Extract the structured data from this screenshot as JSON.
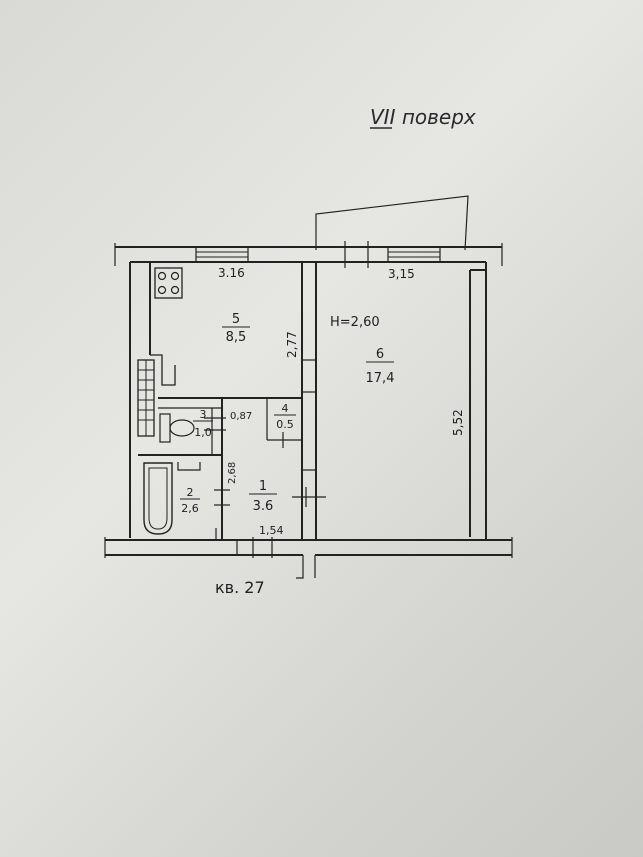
{
  "header": {
    "floor_note": "VII поверх"
  },
  "apartment_label": "кв. 27",
  "ceiling_height": "H=2,60",
  "rooms": [
    {
      "number": "1",
      "area": "3.6"
    },
    {
      "number": "2",
      "area": "2,6"
    },
    {
      "number": "3",
      "area": "1,0"
    },
    {
      "number": "4",
      "area": "0.5"
    },
    {
      "number": "5",
      "area": "8,5"
    },
    {
      "number": "6",
      "area": "17,4"
    }
  ],
  "dimensions": {
    "kitchen_width": "3.16",
    "room_width": "3,15",
    "kitchen_length": "2,77",
    "room_length": "5,52",
    "corridor_width": "1,54",
    "corridor_length": "2,68",
    "wc_width": "0,87"
  },
  "colors": {
    "ink": "#222222",
    "paper": "#e0e0dd",
    "note_ink": "#2a2a30"
  }
}
